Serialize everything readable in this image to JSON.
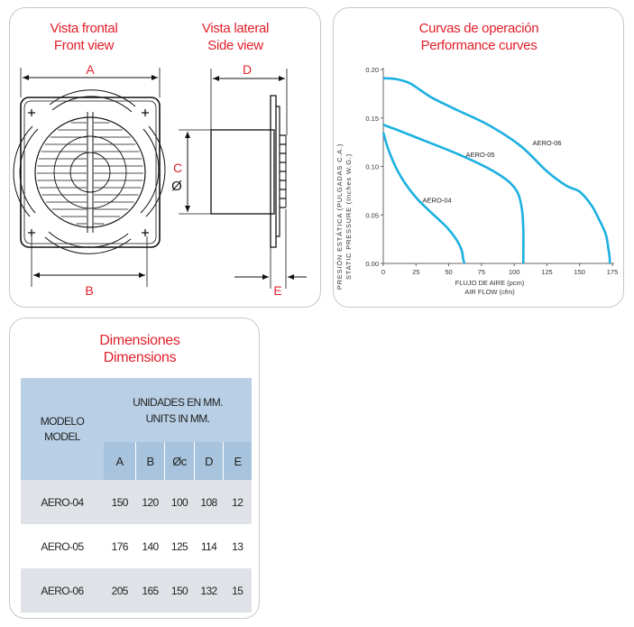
{
  "views": {
    "front_title_es": "Vista frontal",
    "front_title_en": "Front view",
    "side_title_es": "Vista lateral",
    "side_title_en": "Side view",
    "label_a": "A",
    "label_b": "B",
    "label_c": "C",
    "label_d": "D",
    "label_e": "E",
    "diameter_symbol": "Ø"
  },
  "curves_panel": {
    "title_es": "Curvas de operación",
    "title_en": "Performance curves"
  },
  "chart_data": {
    "type": "line",
    "ylabel": "PRESIÓN ESTÁTICA (PULGADAS C.A.)",
    "ylabel_en": "STATIC PRESSURE (Inches W.G.)",
    "xlabel": "FLUJO DE AIRE (pcm)",
    "xlabel_en": "AIR FLOW (cfm)",
    "xlim": [
      0,
      175
    ],
    "ylim": [
      0,
      0.2
    ],
    "x_ticks": [
      0,
      25,
      50,
      75,
      100,
      125,
      150,
      175
    ],
    "y_ticks": [
      0.0,
      0.05,
      0.1,
      0.15,
      0.2
    ],
    "x_tick_labels": [
      "0",
      "25",
      "50",
      "75",
      "100",
      "125",
      "150",
      "175"
    ],
    "y_tick_labels": [
      "0.00",
      "0.05",
      "0.10",
      "0.15",
      "0.20"
    ],
    "grid": false,
    "line_color": "#1cb0e0",
    "series": [
      {
        "name": "AERO-04",
        "x": [
          0,
          4,
          10,
          17,
          25,
          33,
          41,
          48,
          53,
          57,
          60,
          61,
          62
        ],
        "y": [
          0.135,
          0.117,
          0.098,
          0.082,
          0.068,
          0.057,
          0.047,
          0.038,
          0.03,
          0.022,
          0.013,
          0.005,
          0.0
        ]
      },
      {
        "name": "AERO-05",
        "x": [
          0,
          10,
          25,
          42,
          60,
          76,
          88,
          97,
          103,
          106,
          107,
          107,
          107
        ],
        "y": [
          0.143,
          0.138,
          0.13,
          0.121,
          0.111,
          0.101,
          0.092,
          0.083,
          0.072,
          0.055,
          0.035,
          0.015,
          0.0
        ]
      },
      {
        "name": "AERO-06",
        "x": [
          0,
          10,
          20,
          28,
          37,
          55,
          80,
          105,
          125,
          140,
          150,
          159,
          165,
          170,
          172,
          173,
          173
        ],
        "y": [
          0.191,
          0.19,
          0.186,
          0.179,
          0.171,
          0.159,
          0.143,
          0.121,
          0.095,
          0.08,
          0.074,
          0.06,
          0.045,
          0.03,
          0.015,
          0.005,
          0.0
        ]
      }
    ],
    "annotations": [
      {
        "text": "AERO-04",
        "x": 30,
        "y": 0.063
      },
      {
        "text": "AERO-05",
        "x": 63,
        "y": 0.11
      },
      {
        "text": "AERO-06",
        "x": 114,
        "y": 0.122
      }
    ]
  },
  "dimensions": {
    "title_es": "Dimensiones",
    "title_en": "Dimensions",
    "model_header_es": "MODELO",
    "model_header_en": "MODEL",
    "units_header_es": "UNIDADES EN MM.",
    "units_header_en": "UNITS IN MM.",
    "columns": [
      "A",
      "B",
      "Øc",
      "D",
      "E"
    ],
    "rows": [
      {
        "model": "AERO-04",
        "values": [
          "150",
          "120",
          "100",
          "108",
          "12"
        ]
      },
      {
        "model": "AERO-05",
        "values": [
          "176",
          "140",
          "125",
          "114",
          "13"
        ]
      },
      {
        "model": "AERO-06",
        "values": [
          "205",
          "165",
          "150",
          "132",
          "15"
        ]
      }
    ]
  }
}
